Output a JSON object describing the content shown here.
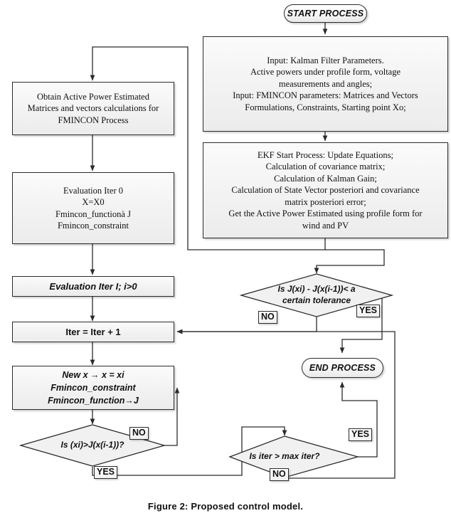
{
  "figure": {
    "caption": "Figure 2: Proposed control model."
  },
  "colors": {
    "stroke": "#2b2b2b",
    "node_fill_top": "#fbfbfb",
    "node_fill_bottom": "#ececec",
    "text": "#111111",
    "background": "#ffffff"
  },
  "nodes": {
    "start": {
      "label": "START PROCESS",
      "type": "terminator"
    },
    "inputs": {
      "type": "process",
      "lines": [
        "Input: Kalman Filter Parameters.",
        "Active powers under profile form, voltage",
        "measurements and angles;",
        "Input: FMINCON parameters: Matrices and Vectors",
        "Formulations, Constraints, Starting point Xo;"
      ]
    },
    "ekf": {
      "type": "process",
      "lines": [
        "EKF Start Process: Update Equations;",
        "Calculation of covariance matrix;",
        "Calculation of Kalman Gain;",
        "Calculation of State Vector posteriori and covariance",
        "matrix posteriori error;",
        "Get the Active Power Estimated using profile form for",
        "wind and PV"
      ]
    },
    "obtain": {
      "type": "process",
      "lines": [
        "Obtain Active Power Estimated",
        "Matrices and vectors calculations for",
        "FMINCON Process"
      ]
    },
    "eval_iter0": {
      "type": "process",
      "lines": [
        "Evaluation Iter 0",
        "X=X0",
        "Fmincon_functionà J",
        "Fmincon_constraint"
      ]
    },
    "eval_iter_i": {
      "type": "process",
      "lines": [
        "Evaluation Iter I; i>0"
      ]
    },
    "iter_inc": {
      "type": "process",
      "lines": [
        "Iter = Iter + 1"
      ]
    },
    "new_x": {
      "type": "process",
      "lines": [
        "New x → x = xi",
        "Fmincon_constraint",
        "Fmincon_function→J"
      ]
    },
    "decision_tolerance": {
      "type": "decision",
      "lines": [
        "Is J(xi) - J(x(i-1))< a",
        "certain tolerance"
      ]
    },
    "decision_improve": {
      "type": "decision",
      "lines": [
        "Is (xi)>J(x(i-1))?"
      ]
    },
    "decision_maxiter": {
      "type": "decision",
      "lines": [
        "Is iter > max iter?"
      ]
    },
    "end": {
      "label": "END PROCESS",
      "type": "terminator"
    }
  },
  "edge_labels": {
    "tolerance_no": "NO",
    "tolerance_yes": "YES",
    "improve_no": "NO",
    "improve_yes": "YES",
    "maxiter_yes": "YES",
    "maxiter_no": "NO"
  }
}
